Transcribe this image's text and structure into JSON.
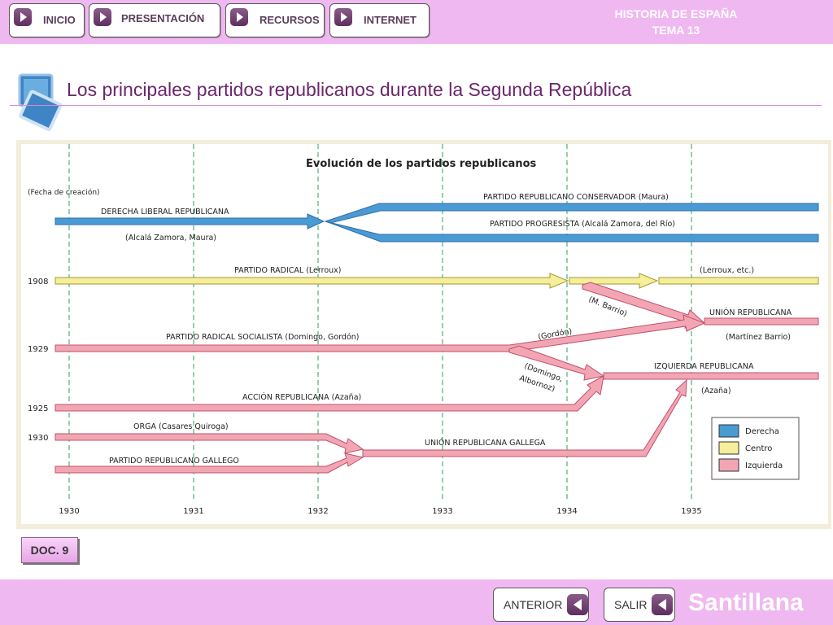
{
  "nav": {
    "inicio": "INICIO",
    "presentacion": "PRESENTACIÓN",
    "recursos": "RECURSOS",
    "internet": "INTERNET"
  },
  "header": {
    "line1": "HISTORIA DE ESPAÑA",
    "line2": "TEMA 13"
  },
  "page_title": "Los principales partidos republicanos durante la Segunda República",
  "diagram": {
    "title": "Evolución de los partidos republicanos",
    "fecha_label": "(Fecha de creación)",
    "creation_years": [
      "1908",
      "1929",
      "1925",
      "1930"
    ],
    "labels": {
      "drl": "DERECHA LIBERAL REPUBLICANA",
      "drl_leaders": "(Alcalá Zamora,  Maura)",
      "conservador": "PARTIDO REPUBLICANO CONSERVADOR (Maura)",
      "progresista": "PARTIDO PROGRESISTA (Alcalá Zamora, del Río)",
      "radical": "PARTIDO RADICAL (Lerroux)",
      "lerroux_etc": "(Lerroux, etc.)",
      "m_barrio": "(M. Barrio)",
      "union_rep": "UNIÓN REPUBLICANA",
      "martinez_barrio": "(Martínez Barrio)",
      "radical_soc": "PARTIDO RADICAL SOCIALISTA (Domingo, Gordón)",
      "gordon": "(Gordón)",
      "domingo": "(Domingo,",
      "albornoz": "Albornoz)",
      "izquierda_rep": "IZQUIERDA REPUBLICANA",
      "azana_paren": "(Azaña)",
      "accion_rep": "ACCIÓN REPUBLICANA (Azaña)",
      "orga": "ORGA (Casares Quiroga)",
      "gallego": "PARTIDO REPUBLICANO GALLEGO",
      "urg": "UNIÓN REPUBLICANA GALLEGA"
    },
    "axis_years": [
      "1930",
      "1931",
      "1932",
      "1933",
      "1934",
      "1935"
    ],
    "legend": [
      {
        "label": "Derecha",
        "color": "#4a9ad4"
      },
      {
        "label": "Centro",
        "color": "#f5ee9a"
      },
      {
        "label": "Izquierda",
        "color": "#f2a6b4"
      }
    ]
  },
  "doc_label": "DOC. 9",
  "footer": {
    "anterior": "ANTERIOR",
    "salir": "SALIR",
    "brand": "Santillana"
  },
  "colors": {
    "accent": "#f0b8f0",
    "title": "#6b276b",
    "derecha": "#4a9ad4",
    "centro": "#f5ee9a",
    "izquierda": "#f2a6b4"
  }
}
